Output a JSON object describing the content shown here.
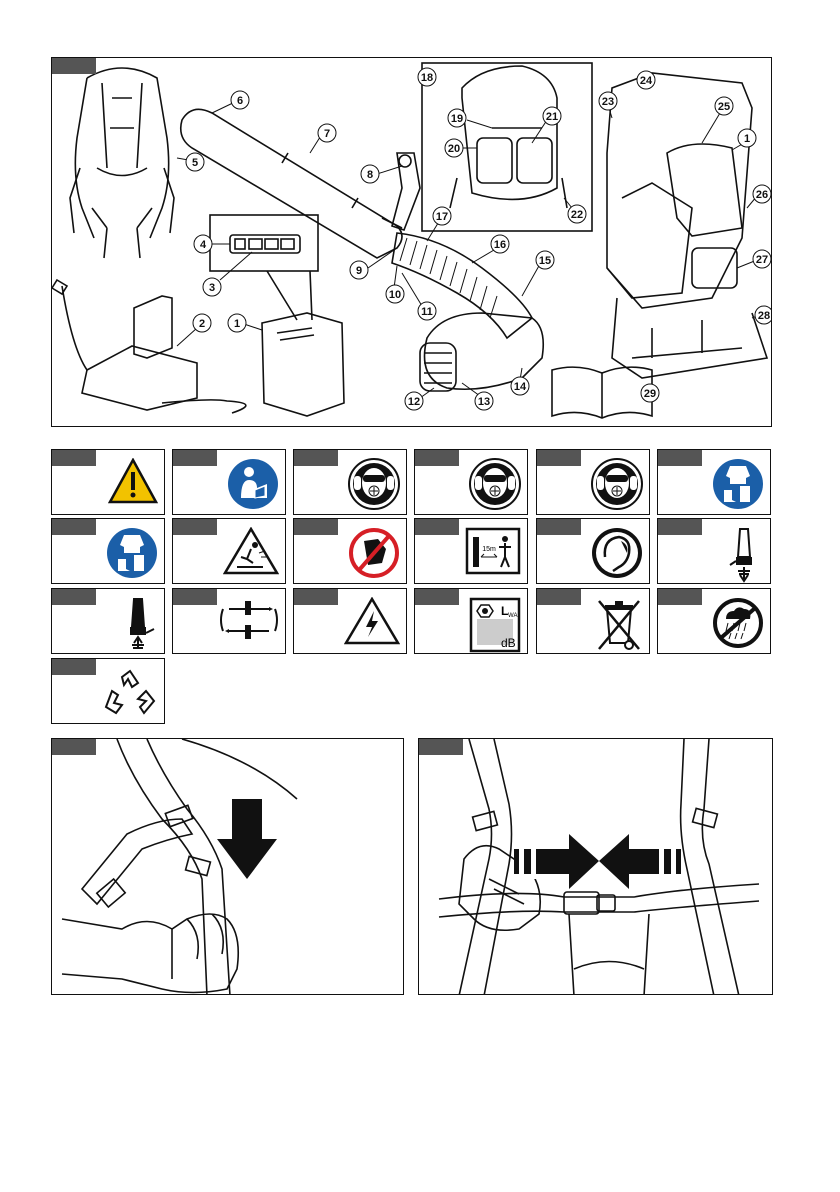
{
  "figure1": {
    "callouts": [
      "1",
      "2",
      "3",
      "4",
      "5",
      "6",
      "7",
      "8",
      "9",
      "10",
      "11",
      "12",
      "13",
      "14",
      "15",
      "16",
      "17",
      "18",
      "19",
      "20",
      "21",
      "22",
      "23",
      "24",
      "25",
      "1",
      "26",
      "27",
      "28",
      "29"
    ]
  },
  "symbols": {
    "noise_sign_l": "L",
    "noise_sign_wa": "WA",
    "noise_sign_db": "dB",
    "distance_label": "15m"
  },
  "icons": [
    "warning-triangle-icon",
    "read-manual-icon",
    "eye-ear-protection-icon",
    "eye-ear-protection-icon",
    "eye-ear-protection-icon",
    "protective-clothing-icon",
    "protective-clothing-icon",
    "flying-debris-warning-icon",
    "no-loose-clothing-icon",
    "safety-distance-icon",
    "tie-back-hair-icon",
    "blower-throttle-down-icon",
    "blower-throttle-up-icon",
    "cruise-control-icon",
    "electric-hazard-icon",
    "noise-level-icon",
    "weee-disposal-icon",
    "no-rain-icon",
    "recycle-icon"
  ]
}
